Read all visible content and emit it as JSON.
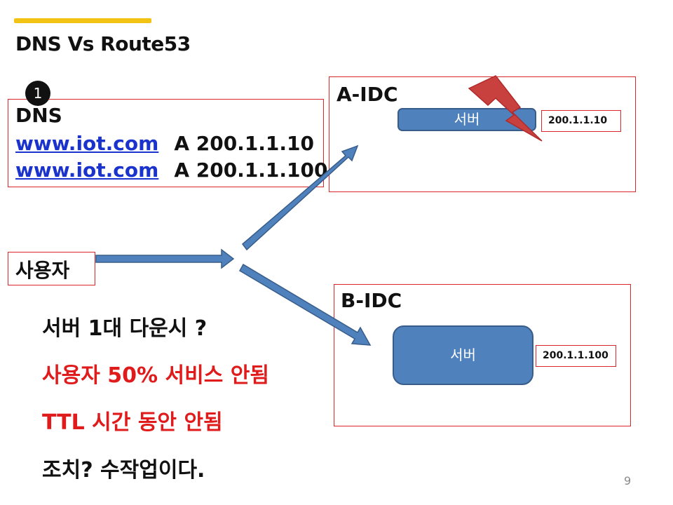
{
  "slide": {
    "title": "DNS Vs Route53",
    "page_number": "9",
    "accent_color": "#f2c313"
  },
  "dns": {
    "badge": "1",
    "heading": "DNS",
    "records": [
      {
        "domain": "www.iot.com",
        "record": "A 200.1.1.10"
      },
      {
        "domain": "www.iot.com",
        "record": "A 200.1.1.100"
      }
    ]
  },
  "a_idc": {
    "label": "A-IDC",
    "server_label": "서버",
    "ip": "200.1.1.10",
    "status_icon": "lightning-bolt-icon"
  },
  "b_idc": {
    "label": "B-IDC",
    "server_label": "서버",
    "ip": "200.1.1.100"
  },
  "user": {
    "label": "사용자"
  },
  "notes": {
    "line1": "서버 1대 다운시 ?",
    "line2": "사용자 50% 서비스 안됨",
    "line3": "TTL 시간 동안 안됨",
    "line4": "조치?  수작업이다."
  },
  "colors": {
    "box_border": "#d9262b",
    "server_fill": "#4f81bd",
    "arrow_fill": "#4f81bd",
    "warning_text": "#e01b1b",
    "bolt_fill": "#c0392b"
  }
}
